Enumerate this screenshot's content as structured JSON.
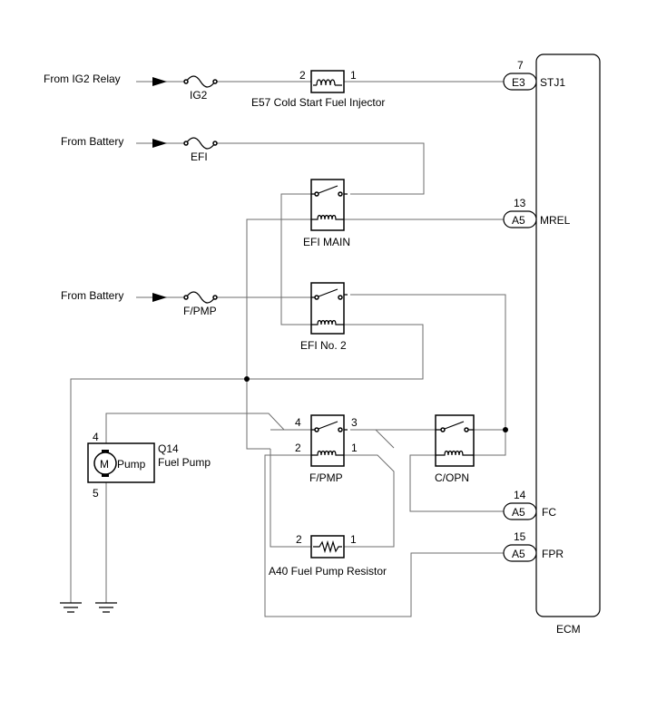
{
  "sources": {
    "ig2_relay": "From IG2 Relay",
    "battery_1": "From Battery",
    "battery_2": "From Battery"
  },
  "fuses": {
    "ig2": "IG2",
    "efi": "EFI",
    "fpmp": "F/PMP"
  },
  "components": {
    "injector": {
      "label": "E57 Cold Start Fuel Injector",
      "pin_a": "2",
      "pin_b": "1"
    },
    "efi_main": "EFI MAIN",
    "efi_no2": "EFI No. 2",
    "fpmp_relay": {
      "label": "F/PMP",
      "pin_4": "4",
      "pin_3": "3",
      "pin_2": "2",
      "pin_1": "1"
    },
    "copn_relay": "C/OPN",
    "fuel_pump": {
      "code": "Q14",
      "name": "Fuel Pump",
      "inner": "Pump",
      "motor": "M",
      "pin_top": "4",
      "pin_bottom": "5"
    },
    "resistor": {
      "label": "A40 Fuel Pump Resistor",
      "pin_a": "2",
      "pin_b": "1"
    }
  },
  "ecm": {
    "label": "ECM",
    "terminals": [
      {
        "pin": "7",
        "connector": "E3",
        "name": "STJ1"
      },
      {
        "pin": "13",
        "connector": "A5",
        "name": "MREL"
      },
      {
        "pin": "14",
        "connector": "A5",
        "name": "FC"
      },
      {
        "pin": "15",
        "connector": "A5",
        "name": "FPR"
      }
    ]
  },
  "colors": {
    "wire": "#6e6e6e",
    "component": "#000000",
    "background": "#ffffff"
  }
}
